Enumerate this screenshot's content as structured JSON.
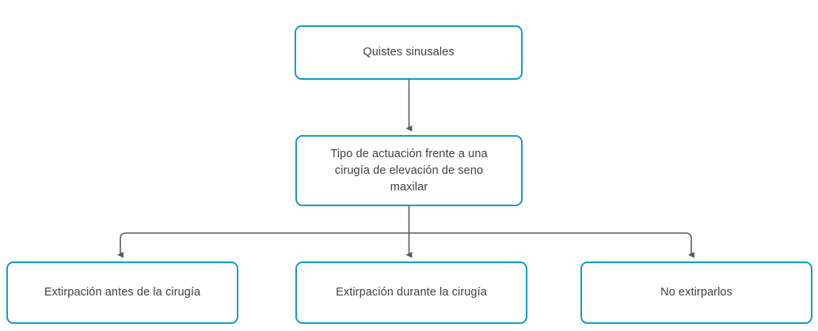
{
  "diagram": {
    "title": "Quistes sinusales - actuacion frente a cirugia de elevacion de seno maxilar",
    "language": "es",
    "type": "flowchart",
    "orientation": "top-down",
    "colors": {
      "node_border": "#0d9ccc",
      "node_fill": "#ffffff",
      "node_text": "#404040",
      "connector": "#5a5a5a",
      "background": "#ffffff"
    },
    "nodes": [
      {
        "id": "root",
        "label": "Quistes sinusales",
        "level": 0
      },
      {
        "id": "decision",
        "label": "Tipo de actuación frente a una\ncirugía de elevación de seno\nmaxilar",
        "level": 1
      },
      {
        "id": "before",
        "label": "Extirpación antes de la cirugía",
        "level": 2
      },
      {
        "id": "during",
        "label": "Extirpación durante la cirugía",
        "level": 2
      },
      {
        "id": "none",
        "label": "No extirparlos",
        "level": 2
      }
    ],
    "edges": [
      {
        "id": "edge-root-decision",
        "from": "root",
        "to": "decision",
        "style": "straight-arrow"
      },
      {
        "id": "edge-decision-before",
        "from": "decision",
        "to": "before",
        "style": "elbow-arrow"
      },
      {
        "id": "edge-decision-during",
        "from": "decision",
        "to": "during",
        "style": "straight-arrow"
      },
      {
        "id": "edge-decision-none",
        "from": "decision",
        "to": "none",
        "style": "elbow-arrow"
      }
    ]
  }
}
